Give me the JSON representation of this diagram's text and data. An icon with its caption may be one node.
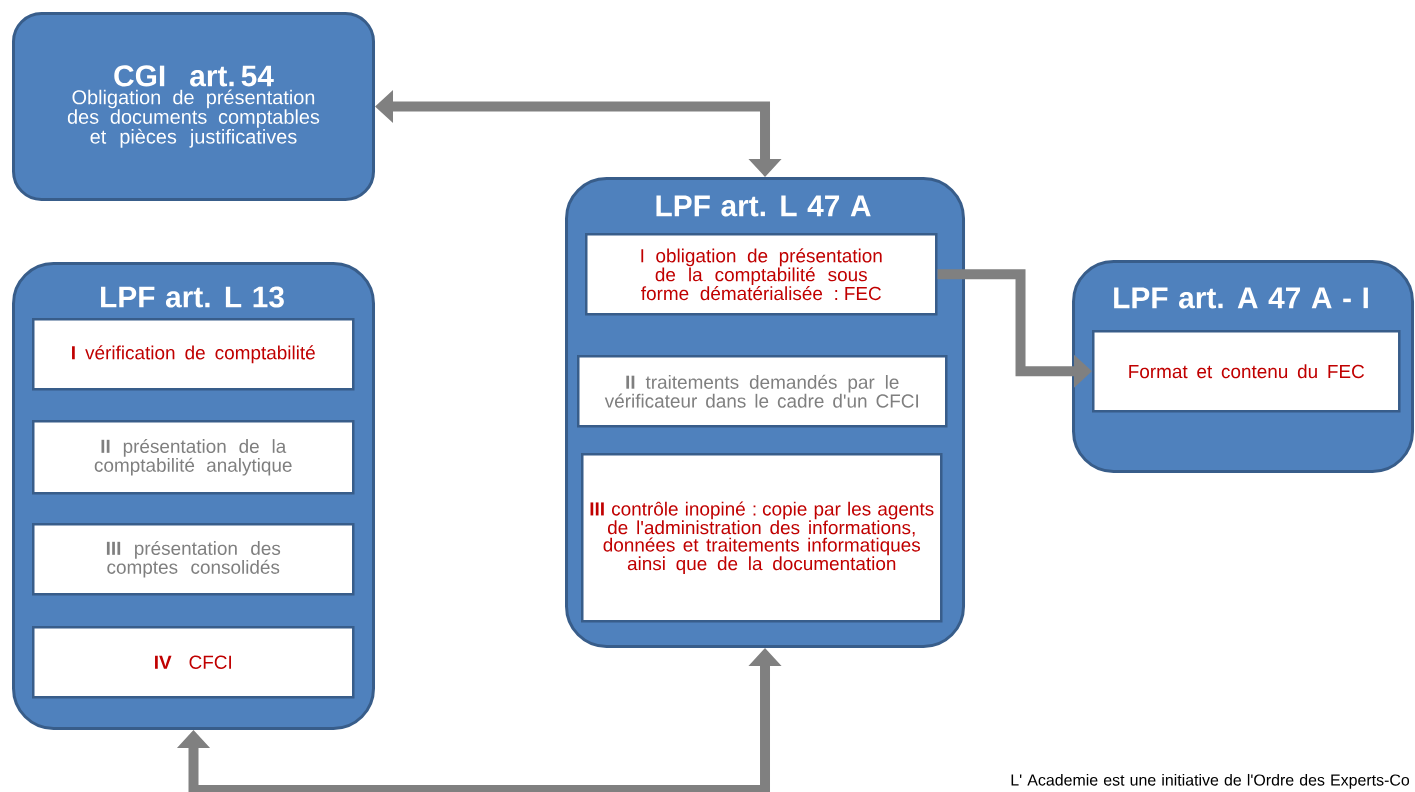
{
  "diagram": {
    "nodes": [
      {
        "text": [
          "CGI art. 54",
          "Obligation de présentation des documents comptables et pièces justificatives"
        ]
      },
      {
        "text": [
          "LPF art. L 13"
        ]
      },
      {
        "text": [
          "**I** vérification de comptabilité"
        ],
        "in": 1
      },
      {
        "text": [
          "**II** présentation de la comptabilité analytique"
        ],
        "in": 1
      },
      {
        "text": [
          "**III** présentation des comptes consolidés"
        ],
        "in": 1
      },
      {
        "text": [
          "**IV** CFCI"
        ],
        "in": 1
      },
      {
        "text": [
          "LPF art. L 47 A"
        ]
      },
      {
        "text": [
          "I obligation de présentation de la comptabilité sous forme dématérialisée : FEC"
        ],
        "in": 6
      },
      {
        "text": [
          "**II** traitements demandés par le vérificateur dans le cadre d'un CFCI"
        ],
        "in": 6
      },
      {
        "text": [
          "**III** contrôle inopiné : copie par les agents de l'administration des informations, données et traitements informatiques ainsi que de la documentation"
        ],
        "in": 6
      },
      {
        "text": [
          "LPF art. A 47 A - I"
        ]
      },
      {
        "text": [
          "Format et contenu du FEC"
        ],
        "in": 10
      }
    ],
    "edges": [
      {
        "from": 6,
        "to": 0,
        "arrow": "both"
      },
      {
        "from": 7,
        "to": 11,
        "arrow": "to"
      },
      {
        "from": 1,
        "to": 6,
        "arrow": "both"
      }
    ],
    "labels": [
      "L' Academie est une initiative de l'Ordre des Experts-Co"
    ]
  }
}
